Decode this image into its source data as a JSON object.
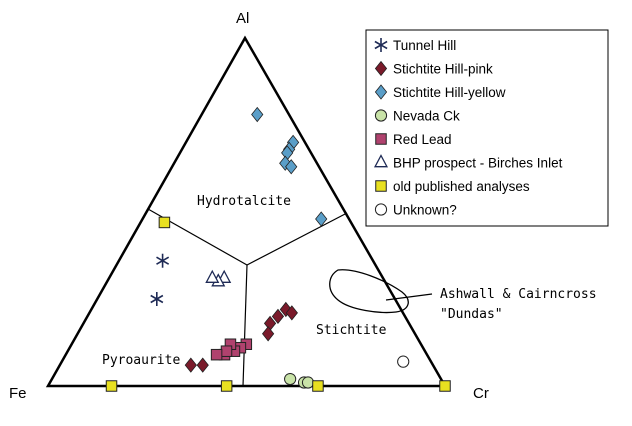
{
  "chart_data": {
    "type": "ternary",
    "vertices": {
      "top": "Al",
      "left": "Fe",
      "right": "Cr"
    },
    "field_labels": [
      "Hydrotalcite",
      "Pyroaurite",
      "Stichtite"
    ],
    "annotation": {
      "line1": "Ashwall & Cairncross",
      "line2": "\"Dundas\""
    },
    "colors": {
      "diamond_pink": "#7a1a2a",
      "diamond_blue": "#5a9ec8",
      "circle_green": "#c9e3a8",
      "square_red": "#b0426e",
      "square_yellow": "#e8e020"
    },
    "series": [
      {
        "name": "Tunnel Hill",
        "marker": "asterisk",
        "color": "#1e2a55",
        "points": [
          [
            0.36,
            0.53,
            0.11
          ],
          [
            0.25,
            0.6,
            0.15
          ]
        ]
      },
      {
        "name": "Stichtite Hill-pink",
        "marker": "diamond",
        "color": "#7a1a2a",
        "points": [
          [
            0.22,
            0.29,
            0.49
          ],
          [
            0.21,
            0.28,
            0.51
          ],
          [
            0.2,
            0.32,
            0.48
          ],
          [
            0.18,
            0.35,
            0.47
          ],
          [
            0.15,
            0.37,
            0.48
          ],
          [
            0.06,
            0.58,
            0.36
          ],
          [
            0.06,
            0.61,
            0.33
          ]
        ]
      },
      {
        "name": "Stichtite Hill-yellow",
        "marker": "diamond",
        "color": "#5a9ec8",
        "points": [
          [
            0.78,
            0.08,
            0.14
          ],
          [
            0.7,
            0.03,
            0.27
          ],
          [
            0.68,
            0.05,
            0.27
          ],
          [
            0.67,
            0.06,
            0.27
          ],
          [
            0.64,
            0.08,
            0.28
          ],
          [
            0.63,
            0.07,
            0.3
          ],
          [
            0.48,
            0.07,
            0.45
          ]
        ]
      },
      {
        "name": "Nevada Ck",
        "marker": "circle",
        "color": "#c9e3a8",
        "points": [
          [
            0.01,
            0.35,
            0.64
          ],
          [
            0.02,
            0.38,
            0.6
          ],
          [
            0.01,
            0.34,
            0.65
          ]
        ]
      },
      {
        "name": "Red Lead",
        "marker": "square",
        "color": "#b0426e",
        "points": [
          [
            0.12,
            0.44,
            0.44
          ],
          [
            0.11,
            0.46,
            0.43
          ],
          [
            0.1,
            0.48,
            0.42
          ],
          [
            0.12,
            0.48,
            0.4
          ],
          [
            0.09,
            0.51,
            0.4
          ],
          [
            0.1,
            0.5,
            0.4
          ],
          [
            0.09,
            0.53,
            0.38
          ]
        ]
      },
      {
        "name": "BHP prospect - Birches Inlet",
        "marker": "triangle",
        "color": "#ffffff",
        "points": [
          [
            0.31,
            0.4,
            0.29
          ],
          [
            0.3,
            0.42,
            0.28
          ],
          [
            0.31,
            0.43,
            0.26
          ]
        ]
      },
      {
        "name": "old published analyses",
        "marker": "square",
        "color": "#e8e020",
        "points": [
          [
            0.47,
            0.47,
            0.06
          ],
          [
            0.0,
            0.0,
            1.0
          ],
          [
            0.0,
            0.84,
            0.16
          ],
          [
            0.0,
            0.55,
            0.45
          ],
          [
            0.0,
            0.32,
            0.68
          ]
        ]
      },
      {
        "name": "Unknown?",
        "marker": "circle",
        "color": "#ffffff",
        "points": [
          [
            0.07,
            0.07,
            0.86
          ]
        ]
      }
    ]
  }
}
